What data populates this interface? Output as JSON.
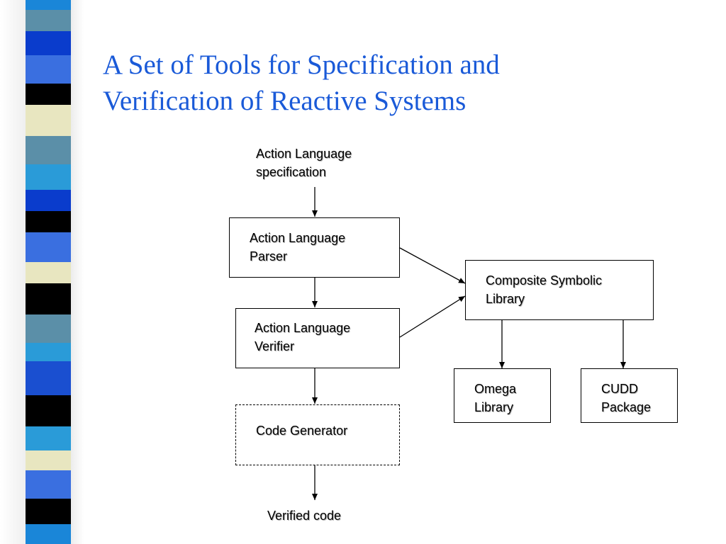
{
  "slide": {
    "title_line1": "A Set of Tools for Specification and",
    "title_line2": "Verification of Reactive Systems"
  },
  "diagram": {
    "input": {
      "line1": "Action Language",
      "line2": "specification"
    },
    "parser": {
      "line1": "Action Language",
      "line2": "Parser"
    },
    "verifier": {
      "line1": "Action Language",
      "line2": "Verifier"
    },
    "code_generator": {
      "line1": "Code Generator"
    },
    "output": {
      "line1": "Verified code"
    },
    "composite_library": {
      "line1": "Composite Symbolic",
      "line2": "Library"
    },
    "omega_library": {
      "line1": "Omega",
      "line2": "Library"
    },
    "cudd_package": {
      "line1": "CUDD",
      "line2": "Package"
    }
  },
  "colors": {
    "title": "#1a5ad8",
    "stripes": [
      "#5b8fa8",
      "#0a3ccc",
      "#3a6fe0",
      "#1a4fd0",
      "#000000",
      "#e8e6c0",
      "#1a86d8",
      "#2a9bd8",
      "#000000",
      "#3a6fe0"
    ]
  }
}
